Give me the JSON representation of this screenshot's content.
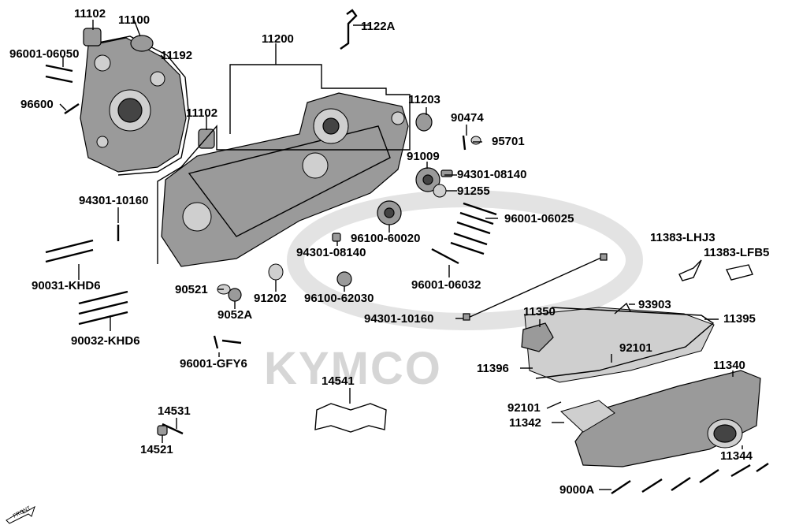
{
  "watermark": "KYMCO",
  "front_marker": "FRONT",
  "labels": {
    "p11102a": "11102",
    "p11100": "11100",
    "p96001_06050": "96001-06050",
    "p11192": "11192",
    "p96600": "96600",
    "p11102b": "11102",
    "p11200": "11200",
    "p1122A": "1122A",
    "p11203": "11203",
    "p90474": "90474",
    "p95701": "95701",
    "p91009": "91009",
    "p94301_08140a": "94301-08140",
    "p91255": "91255",
    "p94301_10160a": "94301-10160",
    "p96001_06025": "96001-06025",
    "p96100_60020": "96100-60020",
    "p94301_08140b": "94301-08140",
    "p11383_LHJ3": "11383-LHJ3",
    "p11383_LFB5": "11383-LFB5",
    "p90031_KHD6": "90031-KHD6",
    "p90521": "90521",
    "p91202": "91202",
    "p96100_62030": "96100-62030",
    "p96001_06032": "96001-06032",
    "p9052A": "9052A",
    "p11350": "11350",
    "p93903": "93903",
    "p94301_10160b": "94301-10160",
    "p11395": "11395",
    "p90032_KHD6": "90032-KHD6",
    "p92101a": "92101",
    "p11396": "11396",
    "p96001_GFY6": "96001-GFY6",
    "p11340": "11340",
    "p14541": "14541",
    "p92101b": "92101",
    "p11342": "11342",
    "p14531": "14531",
    "p14521": "14521",
    "p11344": "11344",
    "p9000A": "9000A"
  },
  "colors": {
    "outline": "#000000",
    "part_fill": "#9a9a9a",
    "watermark": "#d6d6d6",
    "background": "#ffffff"
  }
}
